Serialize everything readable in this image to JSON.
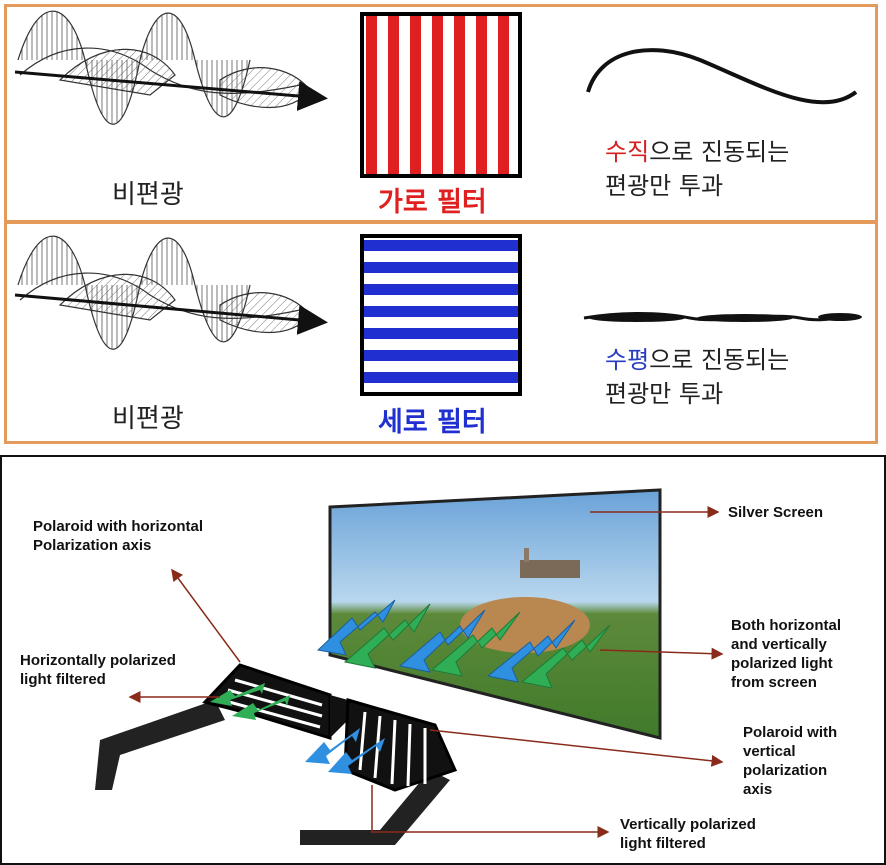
{
  "top": {
    "row1": {
      "unpolarized_label": "비편광",
      "filter_label": "가로 필터",
      "filter_color": "#e02020",
      "desc_highlight": "수직",
      "desc_rest_line1": "으로 진동되는",
      "desc_line2": "편광만 투과"
    },
    "row2": {
      "unpolarized_label": "비편광",
      "filter_label": "세로 필터",
      "filter_color": "#1f2fd0",
      "desc_highlight": "수평",
      "desc_rest_line1": "으로 진동되는",
      "desc_line2": "편광만 투과"
    },
    "frame_color": "#e39a5a"
  },
  "bottom": {
    "labels": {
      "silver_screen": "Silver Screen",
      "polaroid_horizontal": [
        "Polaroid with horizontal",
        "Polarization axis"
      ],
      "horizontally_filtered": [
        "Horizontally polarized",
        "light filtered"
      ],
      "both_polarized": [
        "Both horizontal",
        "and vertically",
        "polarized light",
        "from screen"
      ],
      "polaroid_vertical": [
        "Polaroid with",
        "vertical",
        "polarization",
        "axis"
      ],
      "vertically_filtered": [
        "Vertically polarized",
        "light filtered"
      ]
    },
    "arrow_colors": {
      "blue": "#2f8fe0",
      "green": "#2fae55",
      "pointer": "#8a2a1a"
    }
  }
}
